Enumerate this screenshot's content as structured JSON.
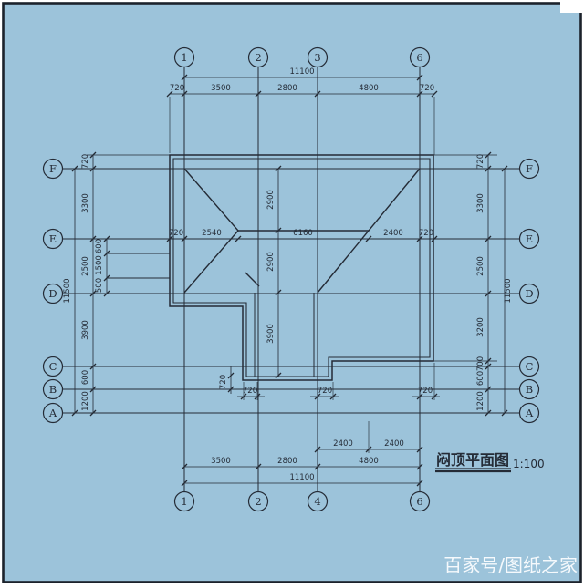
{
  "sheet": {
    "background_color": "#9cc3da",
    "border_color": "#1c222b",
    "line_color": "#242b36"
  },
  "title_block": {
    "title": "闷顶平面图",
    "scale": "1:100"
  },
  "watermark": {
    "text": "百家号/图纸之家"
  },
  "axes": {
    "top": [
      "1",
      "2",
      "3",
      "6"
    ],
    "bottom": [
      "1",
      "2",
      "4",
      "6"
    ],
    "left": [
      "F",
      "E",
      "D",
      "C",
      "B",
      "A"
    ],
    "right": [
      "F",
      "E",
      "D",
      "C",
      "B",
      "A"
    ]
  },
  "dims": {
    "d11100": "11100",
    "d3500": "3500",
    "d2800": "2800",
    "d4800": "4800",
    "d720": "720",
    "d2400": "2400",
    "d11500": "11500",
    "d3300": "3300",
    "d2500": "2500",
    "d3900": "3900",
    "d600": "600",
    "d1200": "1200",
    "d3200": "3200",
    "d700": "700",
    "d1500": "1500",
    "d500": "500",
    "d2540": "2540",
    "d6160": "6160",
    "d2900": "2900"
  }
}
